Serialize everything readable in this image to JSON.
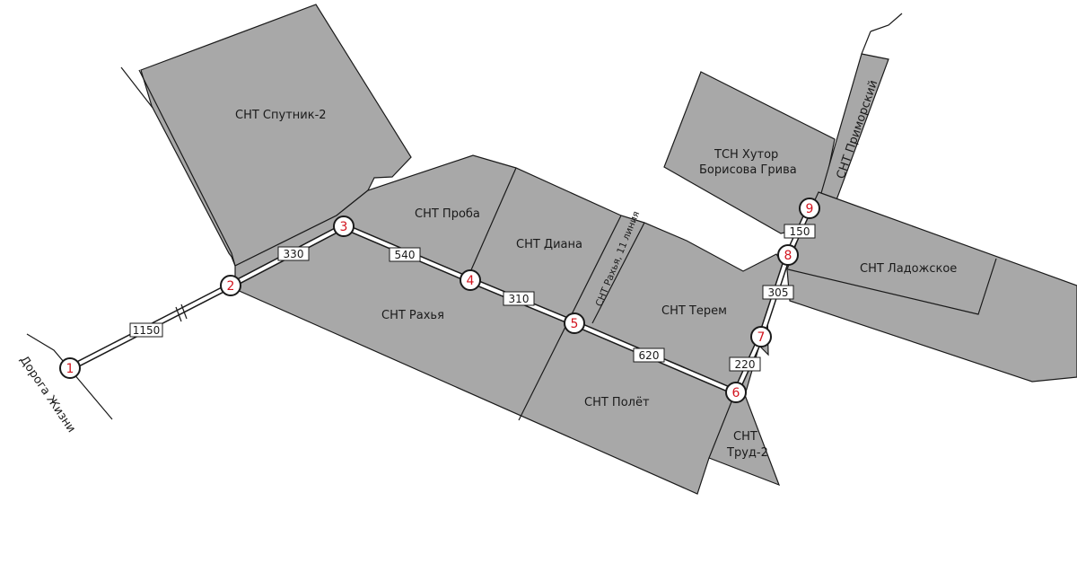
{
  "areas": {
    "sputnik2": "СНТ Спутник-2",
    "proba": "СНТ Проба",
    "diana": "СНТ Диана",
    "rakhya": "СНТ Рахья",
    "rakhya_line": "СНТ Рахья, 11 линия",
    "terem": "СНТ Терем",
    "polyot": "СНТ Полёт",
    "trud2_line1": "СНТ",
    "trud2_line2": "Труд-2",
    "khutor_line1": "ТСН Хутор",
    "khutor_line2": "Борисова Грива",
    "primorsky": "СНТ Приморский",
    "ladozhskoe": "СНТ Ладожское"
  },
  "roads": {
    "doroga_zhizni": "Дорога Жизни"
  },
  "distances": [
    "1150",
    "330",
    "540",
    "310",
    "620",
    "220",
    "305",
    "150"
  ],
  "nodes": [
    "1",
    "2",
    "3",
    "4",
    "5",
    "6",
    "7",
    "8",
    "9"
  ]
}
